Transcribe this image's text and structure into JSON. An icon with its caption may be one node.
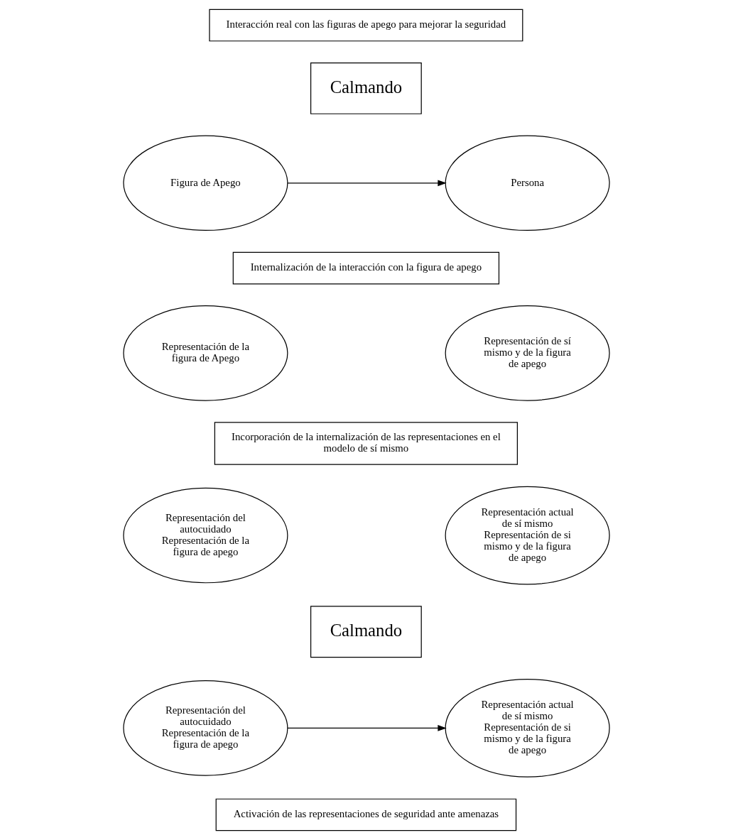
{
  "diagram": {
    "nodes": [
      {
        "text": [
          "Interacción real con las figuras de apego para mejorar la seguridad"
        ]
      },
      {
        "text": [
          "Calmando"
        ]
      },
      {
        "text": [
          "Figura de Apego"
        ]
      },
      {
        "text": [
          "Persona"
        ]
      },
      {
        "text": [
          "Internalización de la interacción con la figura de apego"
        ]
      },
      {
        "text": [
          "Representación de la figura de Apego"
        ]
      },
      {
        "text": [
          "Representación de sí mismo y de la figura de apego"
        ]
      },
      {
        "text": [
          "Incorporación de la internalización de las representaciones en el modelo de sí mismo"
        ]
      },
      {
        "text": [
          "Representación del autocuidado",
          "Representación de la figura de apego"
        ]
      },
      {
        "text": [
          "Representación actual de sí mismo",
          "Representación de si mismo y de la figura de apego"
        ]
      },
      {
        "text": [
          "Calmando"
        ]
      },
      {
        "text": [
          "Representación del autocuidado",
          "Representación de la figura de apego"
        ]
      },
      {
        "text": [
          "Representación actual de sí mismo",
          "Representación de si mismo y de la figura de apego"
        ]
      },
      {
        "text": [
          "Activación de las representaciones de seguridad ante amenazas"
        ]
      }
    ],
    "edges": [
      {
        "from": 2,
        "to": 3,
        "arrow": "to"
      },
      {
        "from": 11,
        "to": 12,
        "arrow": "to"
      }
    ]
  }
}
